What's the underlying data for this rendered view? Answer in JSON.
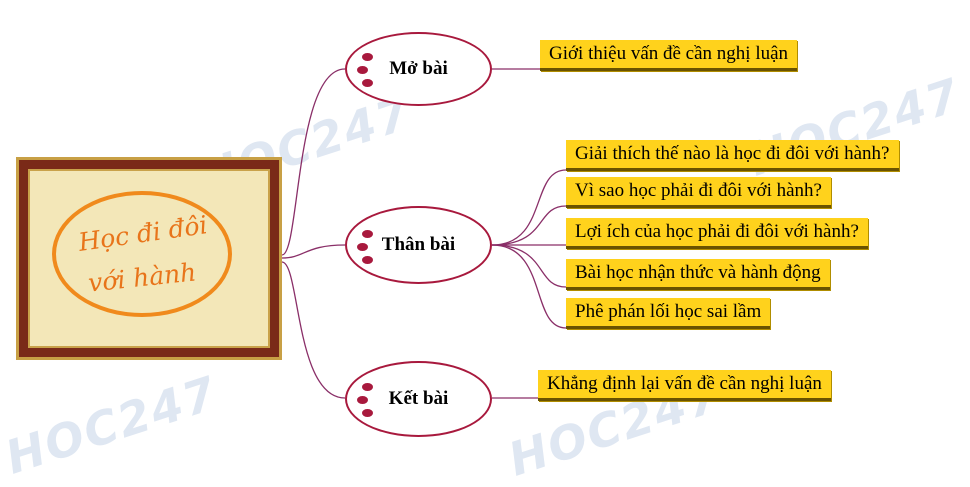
{
  "watermark": "HOC247",
  "image_caption": [
    "Học đi đôi",
    "với hành"
  ],
  "nodes": [
    {
      "label": "Mở bài"
    },
    {
      "label": "Thân bài"
    },
    {
      "label": "Kết bài"
    }
  ],
  "leaves": [
    {
      "label": "Giới thiệu vấn đề cần nghị luận"
    },
    {
      "label": "Giải thích thế nào là học đi đôi với hành?"
    },
    {
      "label": "Vì sao học phải đi đôi với hành?"
    },
    {
      "label": "Lợi ích của học phải đi đôi với hành?"
    },
    {
      "label": "Bài học nhận thức và hành động"
    },
    {
      "label": "Phê phán lối học sai lầm"
    },
    {
      "label": "Khẳng định lại vấn đề cần nghị luận"
    }
  ],
  "colors": {
    "node_border": "#a8193d",
    "connector": "#8a2f68",
    "leaf_fill": "#ffd21c",
    "frame": "#7a2a18"
  }
}
